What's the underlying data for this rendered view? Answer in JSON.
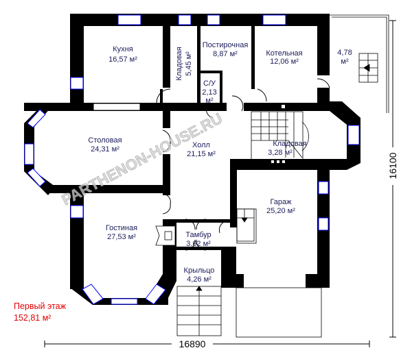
{
  "rooms": {
    "kitchen": {
      "name": "Кухня",
      "area": "16,57 м²"
    },
    "pantry1": {
      "name": "Кладовая",
      "area": "5,45 м²"
    },
    "laundry": {
      "name": "Постирочная",
      "area": "8,87 м²"
    },
    "wc": {
      "name": "С/У",
      "area": "2,13",
      "unit": "м²"
    },
    "boiler": {
      "name": "Котельная",
      "area": "12,06 м²"
    },
    "annex": {
      "area": "4,78",
      "unit": "м²"
    },
    "dining": {
      "name": "Столовая",
      "area": "24,31 м²"
    },
    "hall": {
      "name": "Холл",
      "area": "21,15 м²"
    },
    "pantry2": {
      "name": "Кладовая",
      "area": "3,28 м²"
    },
    "garage": {
      "name": "Гараж",
      "area": "25,20 м²"
    },
    "living": {
      "name": "Гостиная",
      "area": "27,53 м²"
    },
    "vestibule": {
      "name": "Тамбур",
      "area": "3.62 м²"
    },
    "porch": {
      "name": "Крыльцо",
      "area": "4,26 м²"
    }
  },
  "floor": {
    "title": "Первый этаж",
    "total_area": "152,81 м²"
  },
  "dimensions": {
    "width": "16890",
    "height": "16100"
  },
  "watermark": "PARTHENON-HOUSE.RU",
  "colors": {
    "wall": "#000000",
    "window": "#0000ff",
    "label": "#1a1a5a",
    "floor_label": "#e00000"
  }
}
